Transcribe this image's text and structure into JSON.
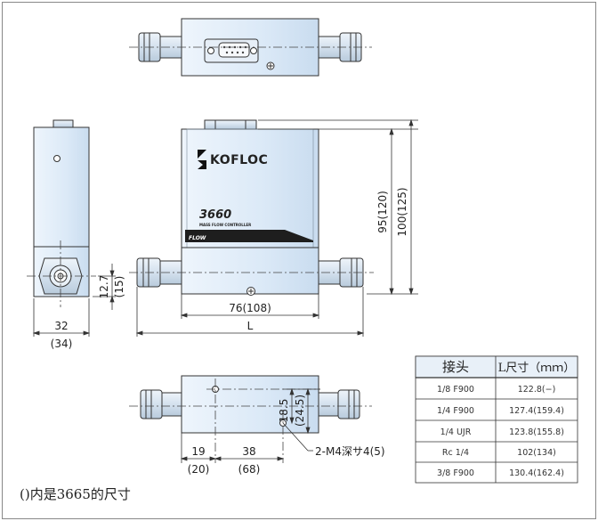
{
  "brand": "KOFLOC",
  "model": "3660",
  "subtitle": "MASS FLOW CONTROLLER",
  "flow_label": "FLOW",
  "dims": {
    "height_95": "95(120)",
    "height_100": "100(125)",
    "center_127": "12.7",
    "center_15": "(15)",
    "width_76": "76(108)",
    "length_L": "L",
    "side_32": "32",
    "side_34": "(34)",
    "bottom_185": "18.5",
    "bottom_245": "(24.5)",
    "bottom_19": "19",
    "bottom_20": "(20)",
    "bottom_38": "38",
    "bottom_68": "(68)",
    "screw": "2-M4深サ4(5)"
  },
  "note": "()内是3665的尺寸",
  "table": {
    "headers": [
      "接头",
      "L尺寸（ｍｍ）"
    ],
    "rows": [
      [
        "1/8 F900",
        "122.8(−)"
      ],
      [
        "1/4 F900",
        "127.4(159.4)"
      ],
      [
        "1/4 UJR",
        "123.8(155.8)"
      ],
      [
        "Rc 1/4",
        "102(134)"
      ],
      [
        "3/8 F900",
        "130.4(162.4)"
      ]
    ]
  },
  "colors": {
    "body": "#d9e8f6",
    "fitting": "#d6e2ee",
    "line": "#333333",
    "frame": "#666666"
  }
}
